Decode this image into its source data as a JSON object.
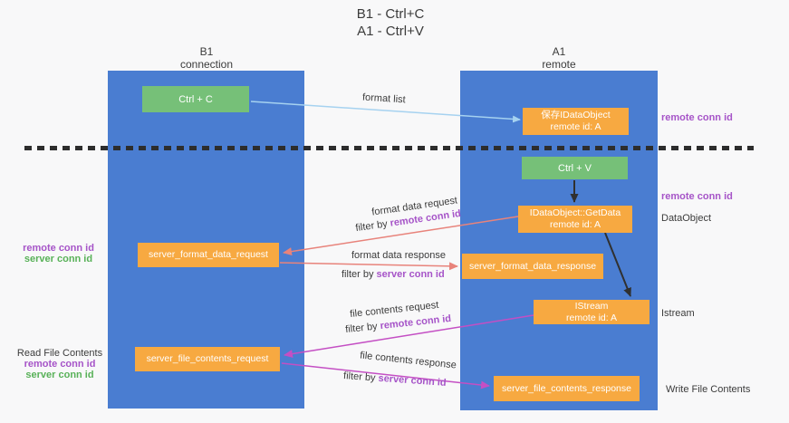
{
  "title": {
    "line1": "B1 - Ctrl+C",
    "line2": "A1 - Ctrl+V"
  },
  "lanes": {
    "left": {
      "name": "B1",
      "role": "connection"
    },
    "right": {
      "name": "A1",
      "role": "remote"
    }
  },
  "nodes": {
    "ctrl_c": {
      "label": "Ctrl + C"
    },
    "save_dataobject": {
      "line1": "保存IDataObject",
      "line2": "remote id: A"
    },
    "ctrl_v": {
      "label": "Ctrl + V"
    },
    "getdata": {
      "line1": "IDataObject::GetData",
      "line2": "remote id: A"
    },
    "format_request": {
      "label": "server_format_data_request"
    },
    "format_response": {
      "label": "server_format_data_response"
    },
    "istream": {
      "line1": "IStream",
      "line2": "remote id: A"
    },
    "file_request": {
      "label": "server_file_contents_request"
    },
    "file_response": {
      "label": "server_file_contents_response"
    }
  },
  "edges": {
    "format_list": {
      "label": "format list"
    },
    "format_data_request": {
      "label": "format data request",
      "filter_prefix": "filter by ",
      "filter_key": "remote conn id"
    },
    "format_data_response": {
      "label": "format data response",
      "filter_prefix": "filter by ",
      "filter_key": "server conn id"
    },
    "file_contents_request": {
      "label": "file contents request",
      "filter_prefix": "filter by ",
      "filter_key": "remote conn id"
    },
    "file_contents_response": {
      "label": "file contents response",
      "filter_prefix": "filter by ",
      "filter_key": "server conn id"
    }
  },
  "annotations": {
    "right_top_remote_conn_id": "remote conn id",
    "right_mid_remote_conn_id": "remote conn id",
    "dataobject": "DataObject",
    "istream": "Istream",
    "write_file_contents": "Write File Contents",
    "read_file_contents": "Read File Contents",
    "left_remote_conn_id": "remote conn id",
    "left_server_conn_id": "server conn id",
    "left2_remote_conn_id": "remote conn id",
    "left2_server_conn_id": "server conn id"
  },
  "colors": {
    "lane_blue": "#4a7dd1",
    "node_green": "#76c078",
    "node_orange": "#f7a941",
    "purple_text": "#a654c8",
    "green_text": "#58b158",
    "arrow_red": "#e8837b",
    "arrow_magenta": "#c44fc4",
    "arrow_blue": "#a6d2f0",
    "arrow_black": "#303030"
  }
}
